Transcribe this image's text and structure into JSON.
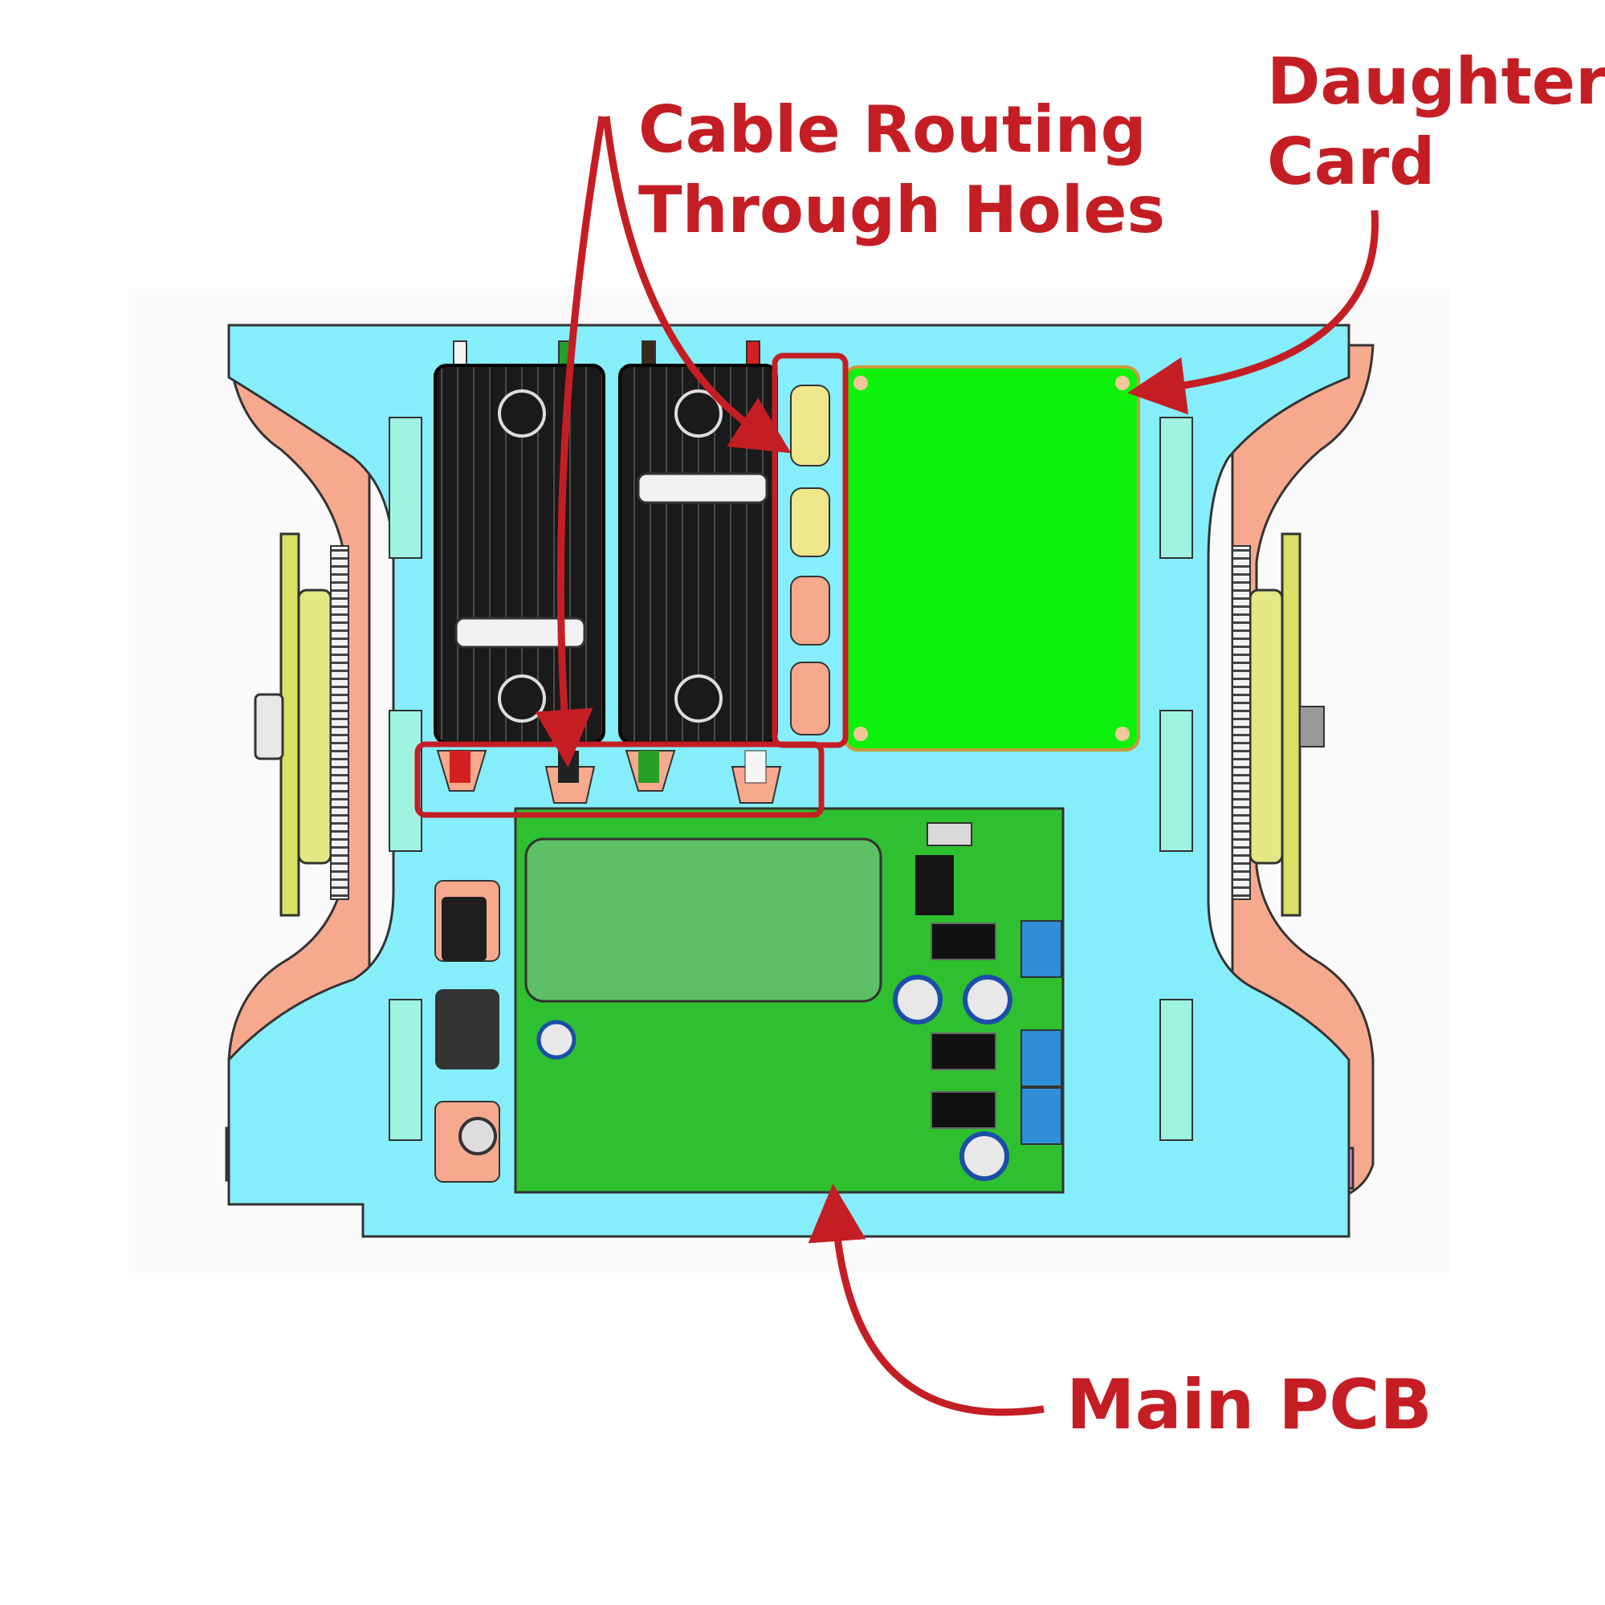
{
  "annotations": {
    "cable_routing": {
      "line1": "Cable Routing",
      "line2": "Through Holes"
    },
    "daughter_card": {
      "line1": "Daughter",
      "line2": "Card"
    },
    "main_pcb": {
      "text": "Main PCB"
    }
  },
  "colors": {
    "annotation": "#c41e24",
    "chassis": "#86eefb",
    "side_panels": "#f7a98e",
    "daughter_card": "#0df20d",
    "main_pcb": "#2fc02f",
    "servos": "#151515",
    "wheels": "#e3e784",
    "brackets": "#f58be0"
  }
}
